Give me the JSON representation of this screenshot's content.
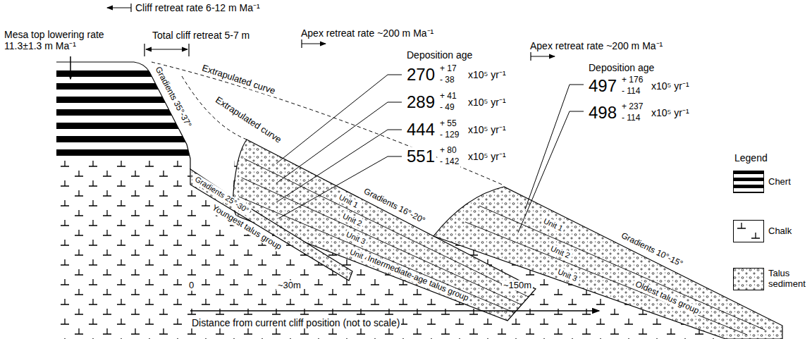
{
  "diagram": {
    "labels": [
      "Cliff retreat rate 6-12 m Ma⁻¹",
      "Mesa top lowering rate 11.3±1.3 m Ma⁻¹",
      "Total cliff retreat 5-7 m",
      "Gradients 35°-37°",
      "Extrapulated curve",
      "Extrapulated curve",
      "Apex retreat rate ~200 m Ma⁻¹",
      "Deposition age",
      "270",
      "+ 17",
      "- 38",
      "x10⁵ yr⁻¹",
      "289",
      "+ 41",
      "- 49",
      "x10⁵ yr⁻¹",
      "444",
      "+ 55",
      "- 129",
      "x10⁵ yr⁻¹",
      "551",
      "+ 80",
      "- 142",
      "x10⁵ yr⁻¹",
      "Apex retreat rate ~200 m Ma⁻¹",
      "Deposition age",
      "497",
      "+ 176",
      "- 114",
      "x10⁵ yr⁻¹",
      "498",
      "+ 237",
      "- 114",
      "x10⁵ yr⁻¹",
      "Gradients 25°-30°",
      "Youngest talus group",
      "Unit 1",
      "Unit 2",
      "Unit 3",
      "Unit 4",
      "Gradients 16°-20°",
      "Intermediate-age talus group",
      "Unit 1",
      "Unit 2",
      "Unit 3",
      "Gradients 10°-15°",
      "Oldest talus group",
      "0",
      "~30m",
      "~150m",
      "Distance from current cliff position (not to scale)",
      "Legend"
    ],
    "legend": [
      {
        "text": "Chert"
      },
      {
        "text": "Chalk"
      },
      {
        "text": "Talus sediment"
      }
    ]
  }
}
